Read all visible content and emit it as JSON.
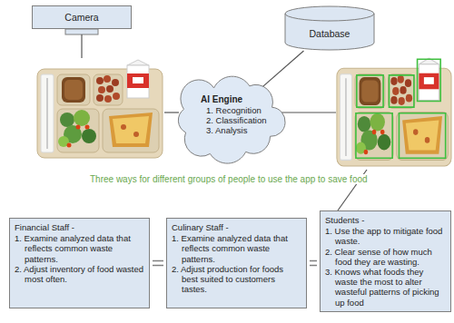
{
  "diagram": {
    "nodes": [
      {
        "text": [
          "Camera"
        ]
      },
      {
        "text": [
          "Database"
        ]
      },
      {
        "text": [
          "AI Engine",
          "1. Recognition",
          "2. Classification",
          "3. Analysis"
        ]
      },
      {
        "text": [
          "Financial Staff -",
          "1. Examine analyzed data that reflects common waste patterns.",
          "2. Adjust inventory of food wasted most often."
        ]
      },
      {
        "text": [
          "Culinary Staff -",
          "1. Examine analyzed data that reflects common waste patterns.",
          "2. Adjust production for foods best suited to customers tastes."
        ]
      },
      {
        "text": [
          "Students -",
          "1. Use the app to mitigate food waste.",
          "2. Clear sense of how much food they are wasting.",
          "3. Knows what foods they waste the most to alter wasteful patterns of picking up food"
        ]
      }
    ],
    "edges": [
      {
        "from": 2,
        "to": 1,
        "arrow": "none"
      },
      {
        "from": 3,
        "to": 4,
        "arrow": "none"
      },
      {
        "from": 4,
        "to": 5,
        "arrow": "none"
      }
    ],
    "labels": [
      "Three ways for different groups of people to use the app to save food"
    ]
  }
}
